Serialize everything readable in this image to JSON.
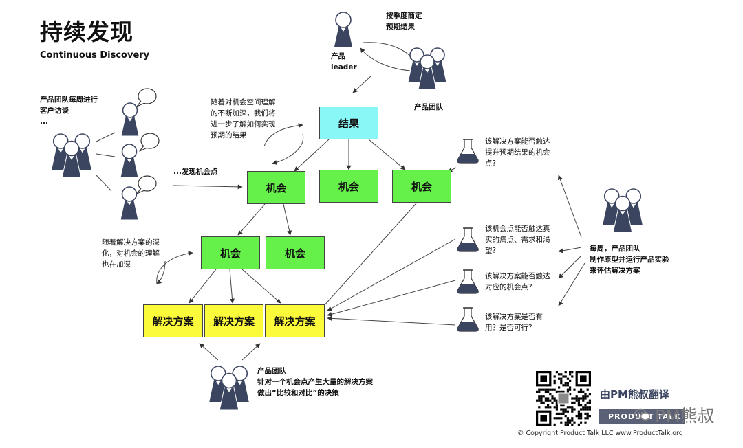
{
  "title": "持续发现",
  "subtitle": "Continuous Discovery",
  "boxes": {
    "outcome": "结果",
    "opp_top_1": "机会",
    "opp_top_2": "机会",
    "opp_top_3": "机会",
    "opp_mid_1": "机会",
    "opp_mid_2": "机会",
    "sol_1": "解决方案",
    "sol_2": "解决方案",
    "sol_3": "解决方案"
  },
  "labels": {
    "quarterly_line1": "按季度商定",
    "quarterly_line2": "预期结果",
    "leader_line1": "产品",
    "leader_line2": "leader",
    "team_top": "产品团队",
    "interview_line1": "产品团队每周进行",
    "interview_line2": "客户访谈",
    "interview_line3": "...",
    "discover_opps": "...发现机会点",
    "opp_space_line1": "随着对机会空间理解",
    "opp_space_line2": "的不断加深，我们将",
    "opp_space_line3": "进一步了解如何实现",
    "opp_space_line4": "预期的结果",
    "solution_deepen_line1": "随着解决方案的深",
    "solution_deepen_line2": "化，对机会的理解",
    "solution_deepen_line3": "也在加深",
    "bottom_team_line1": "产品团队",
    "bottom_team_line2": "针对一个机会点产生大量的解决方案",
    "bottom_team_line3": "做出“比较和对比”的决策",
    "q1_line1": "该解决方案能否触达",
    "q1_line2": "提升预期结果的机会",
    "q1_line3": "点?",
    "q2_line1": "该机会点能否触达真",
    "q2_line2": "实的痛点、需求和渴",
    "q2_line3": "望?",
    "q3_line1": "该解决方案能否触达",
    "q3_line2": "对应的机会点?",
    "q4_line1": "该解决方案是否有",
    "q4_line2": "用？是否可行?",
    "weekly_line1": "每周，产品团队",
    "weekly_line2": "制作原型并运行产品实验",
    "weekly_line3": "来评估解决方案"
  },
  "footer": {
    "translated_by": "由PM熊叔翻译",
    "product_talk_bar": "PRODUCT TALK",
    "watermark": "PM熊叔",
    "copyright": "© Copyright Product Talk LLC www.ProductTalk.org"
  },
  "icons": {
    "person": "person-icon",
    "group": "group-icon",
    "speech": "speech-bubble-icon",
    "flask": "flask-icon",
    "qr": "qr-code-icon",
    "wechat": "wechat-icon"
  },
  "colors": {
    "outcome_fill": "#8af7f7",
    "opportunity_fill": "#66f04a",
    "solution_fill": "#fbfb3c",
    "person_fill": "#3b4560"
  }
}
